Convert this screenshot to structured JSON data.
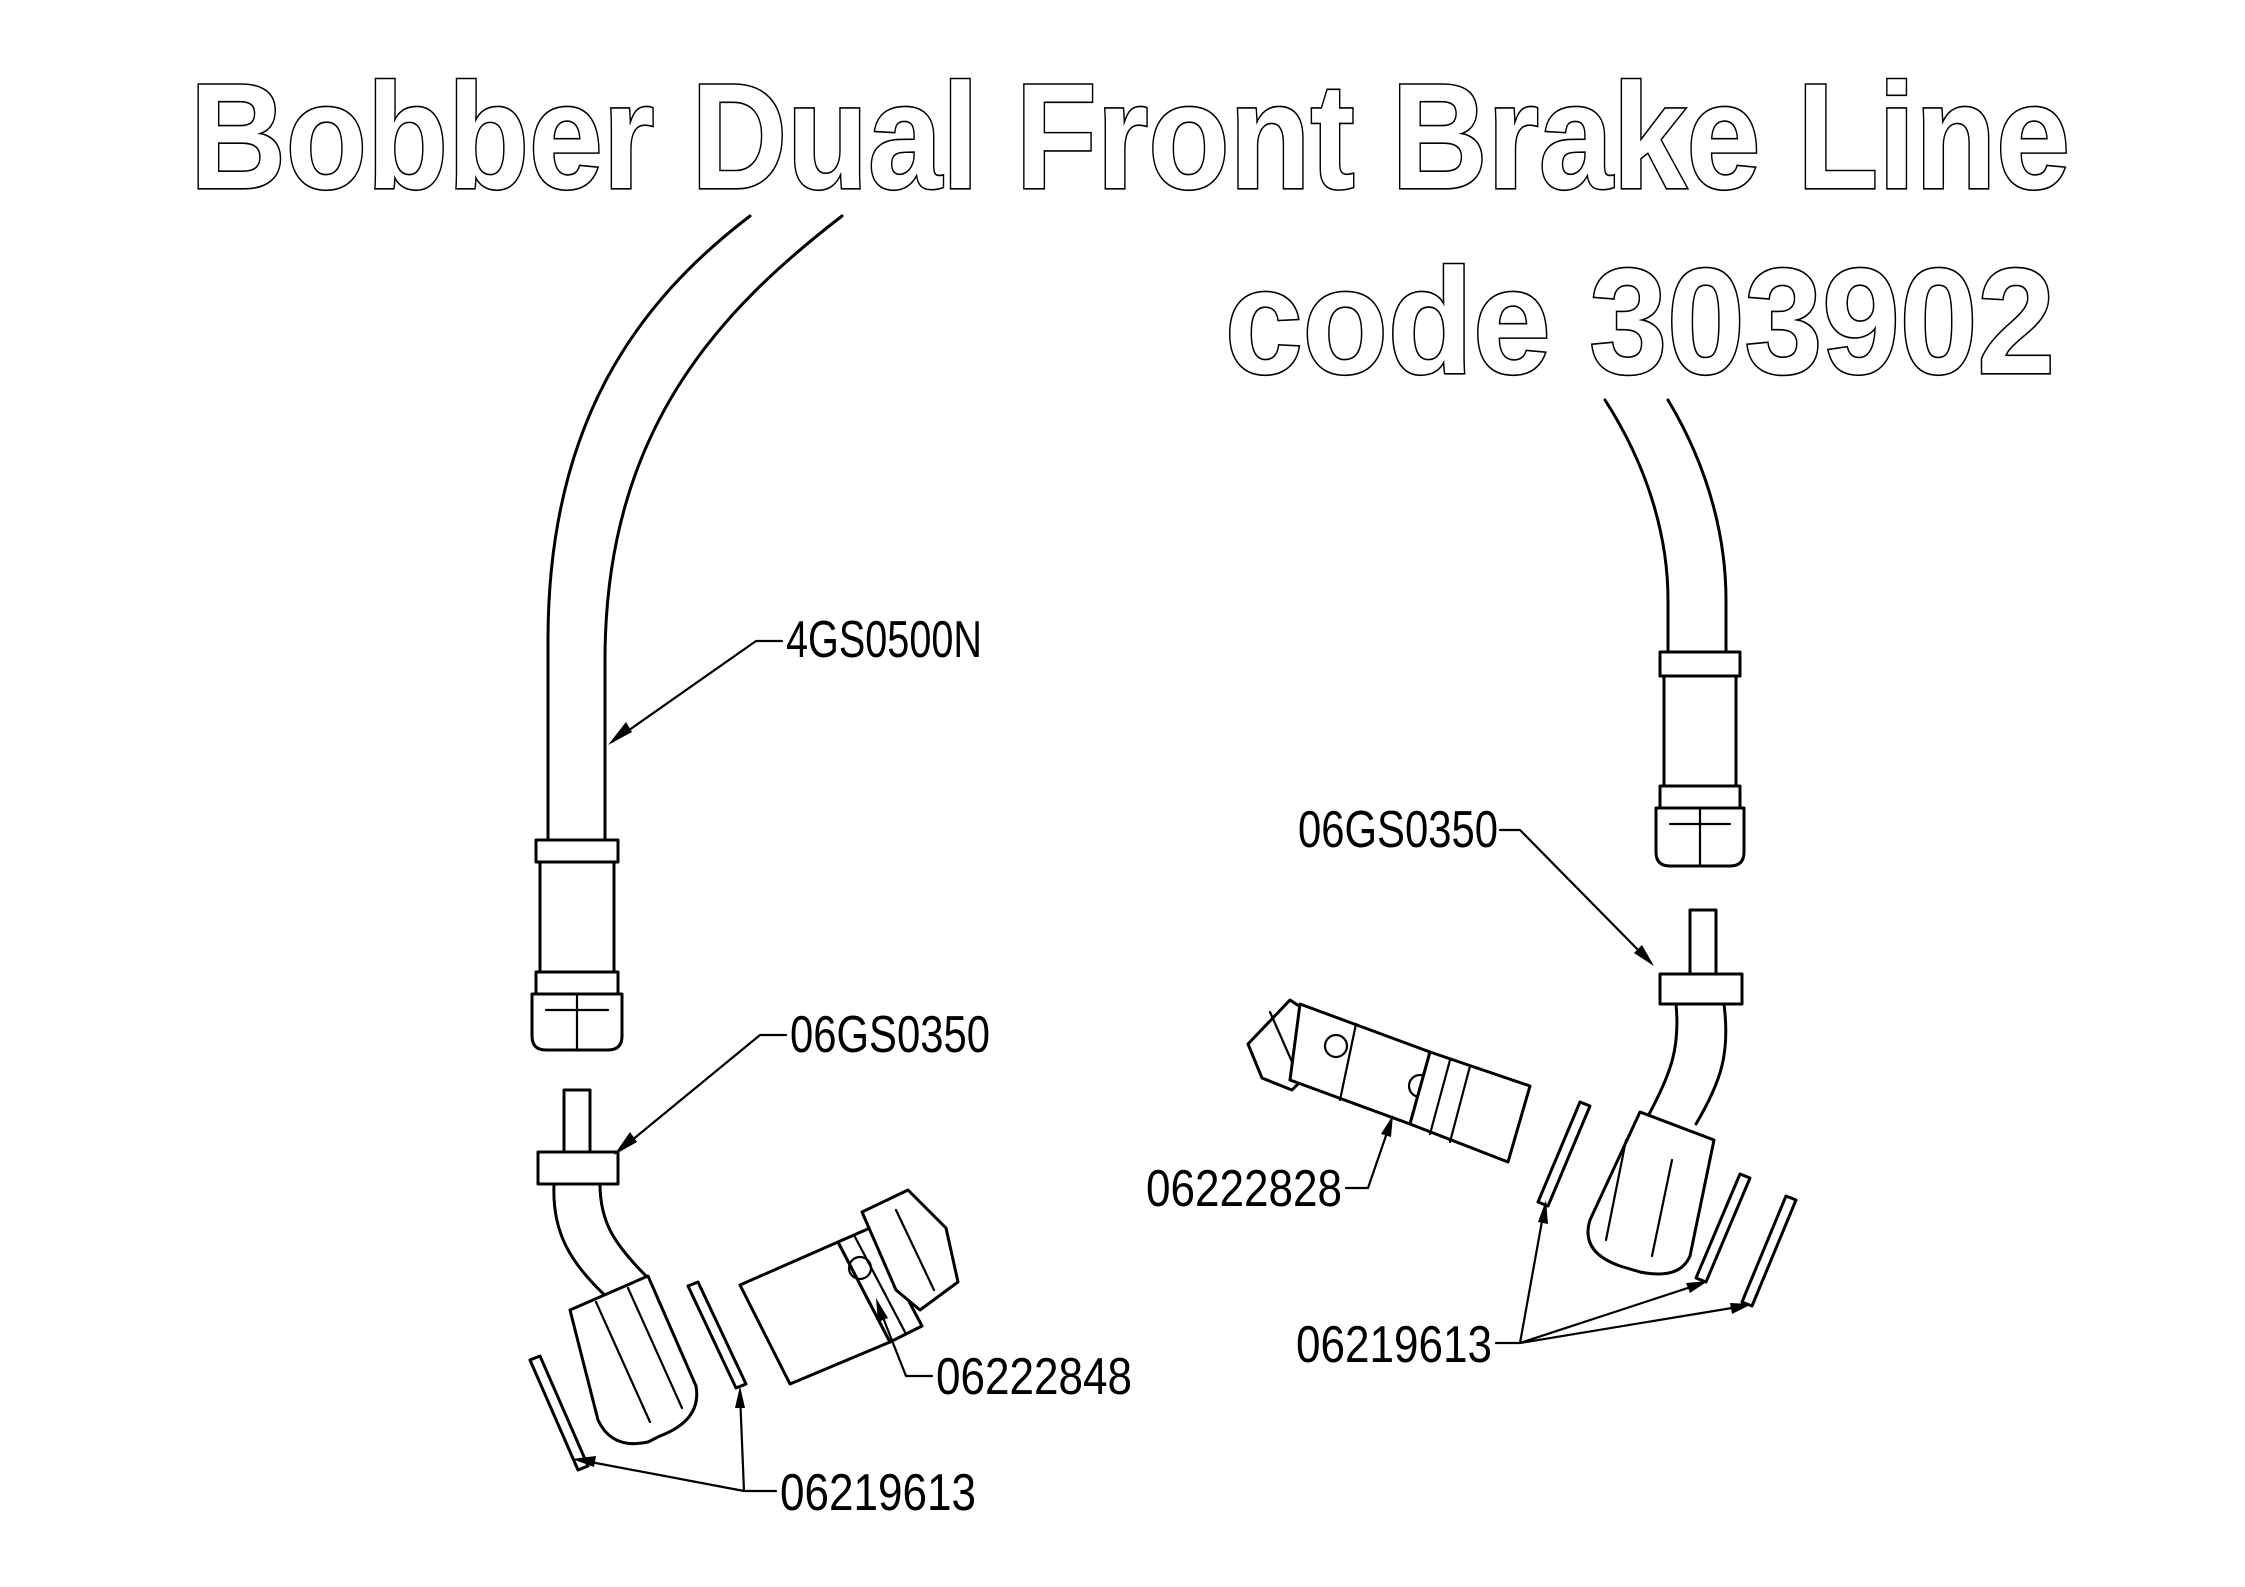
{
  "title": {
    "line1": "Bobber Dual Front Brake Line",
    "line2": "code 303902"
  },
  "labels": {
    "hose": "4GS0500N",
    "washer_left": "06GS0350",
    "washer_right": "06GS0350",
    "bolt_left": "06222848",
    "bolt_right": "06222828",
    "seal_left": "06219613",
    "seal_right": "06219613"
  }
}
